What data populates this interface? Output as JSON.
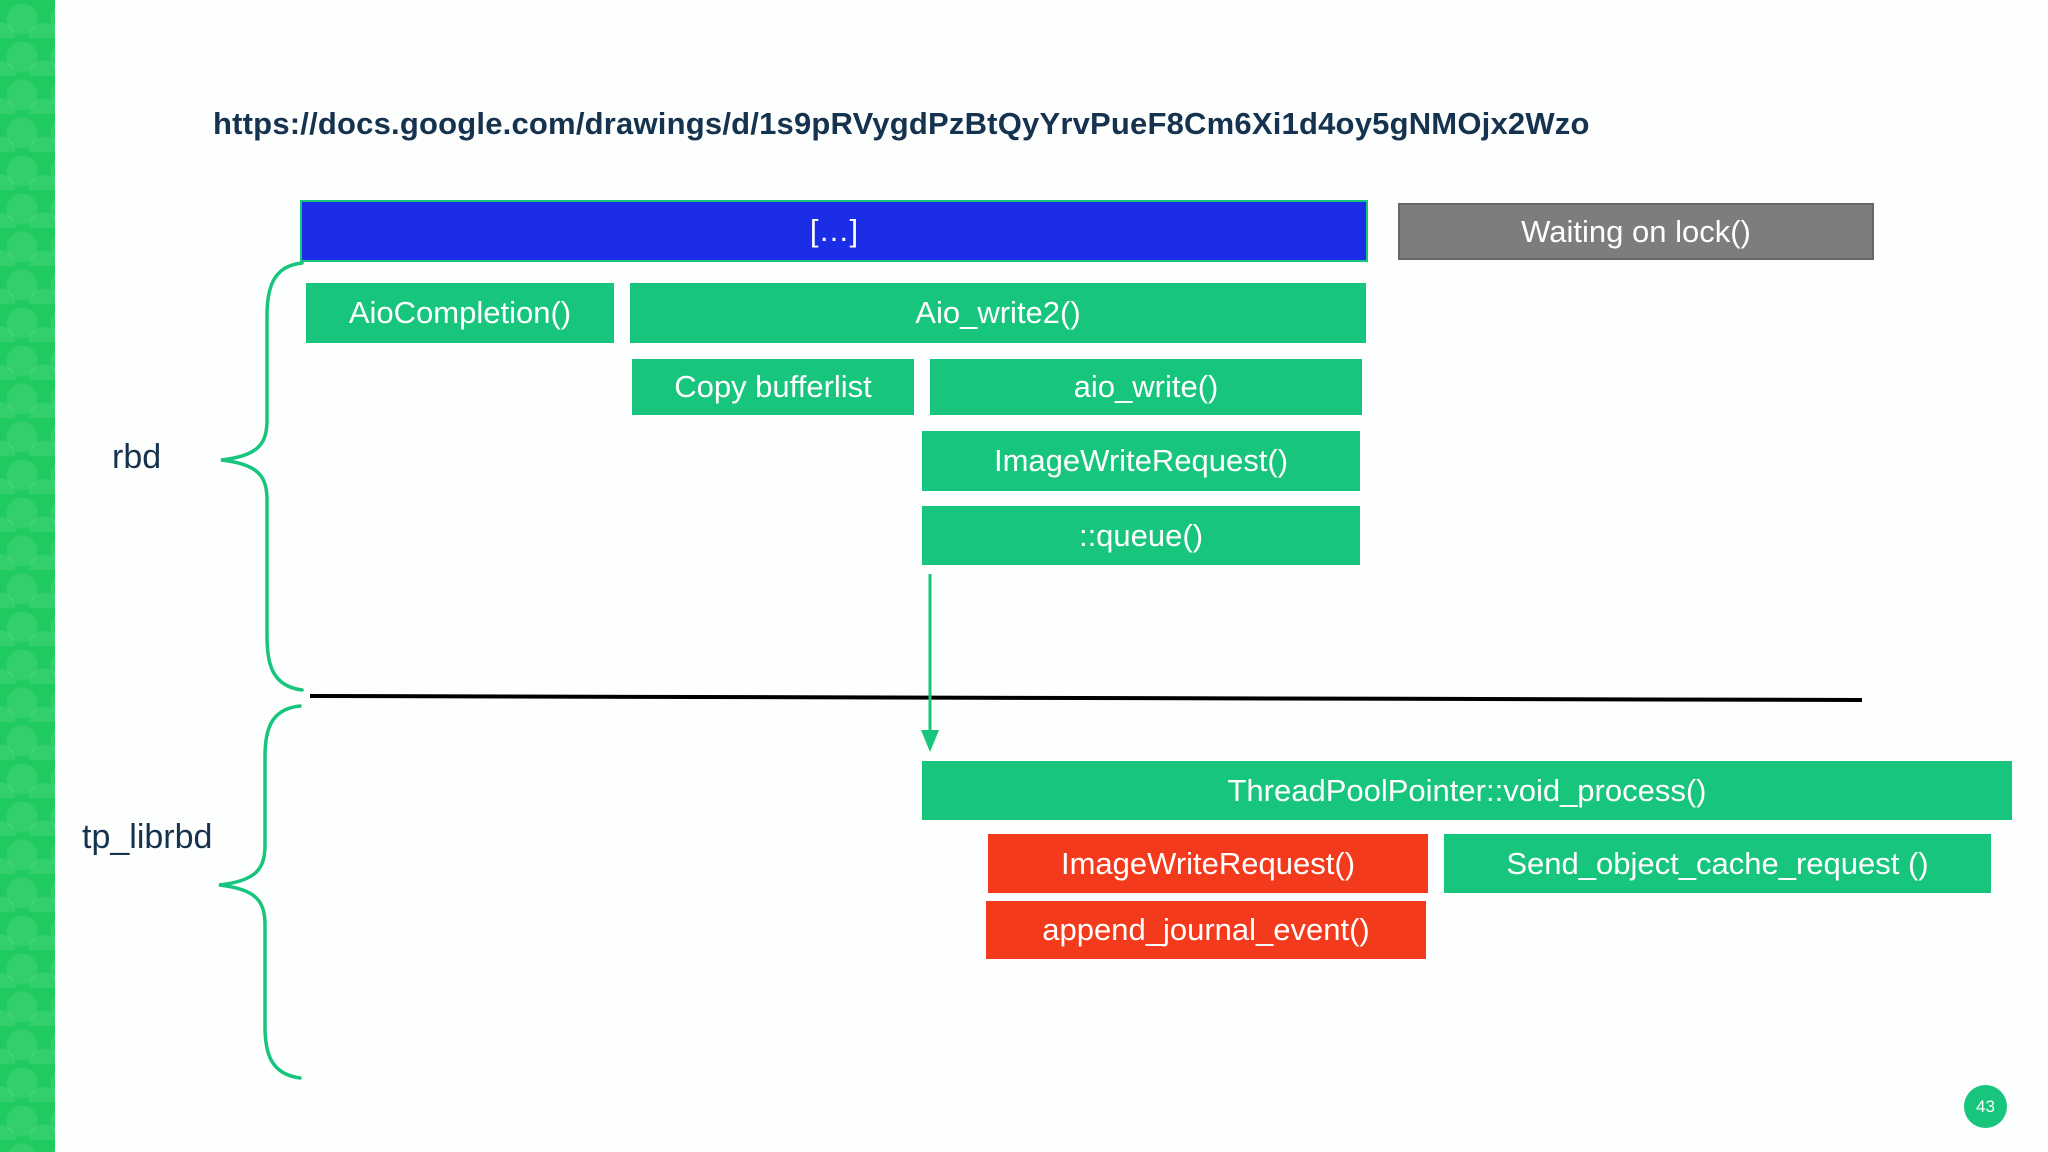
{
  "header": {
    "url": "https://docs.google.com/drawings/d/1s9pRVygdPzBtQyYrvPueF8Cm6Xi1d4oy5gNMOjx2Wzo"
  },
  "groups": {
    "rbd": "rbd",
    "tp_librbd": "tp_librbd"
  },
  "bars": {
    "ellipsis": "[…]",
    "waiting_on_lock": "Waiting on lock()",
    "aio_completion": "AioCompletion()",
    "aio_write2": "Aio_write2()",
    "copy_bufferlist": "Copy bufferlist",
    "aio_write": "aio_write()",
    "image_write_request": "ImageWriteRequest()",
    "queue": "::queue()",
    "thread_pool_pointer": "ThreadPoolPointer::void_process()",
    "image_write_request_tp": "ImageWriteRequest()",
    "send_object_cache_request": "Send_object_cache_request ()",
    "append_journal_event": "append_journal_event()"
  },
  "footer": {
    "page_number": "43"
  },
  "colors": {
    "green": "#17c57d",
    "sidebar-green": "#1fca5f",
    "blue": "#1b2ee6",
    "gray": "#7d7d7d",
    "red": "#f43a1c",
    "navy": "#15324f"
  }
}
